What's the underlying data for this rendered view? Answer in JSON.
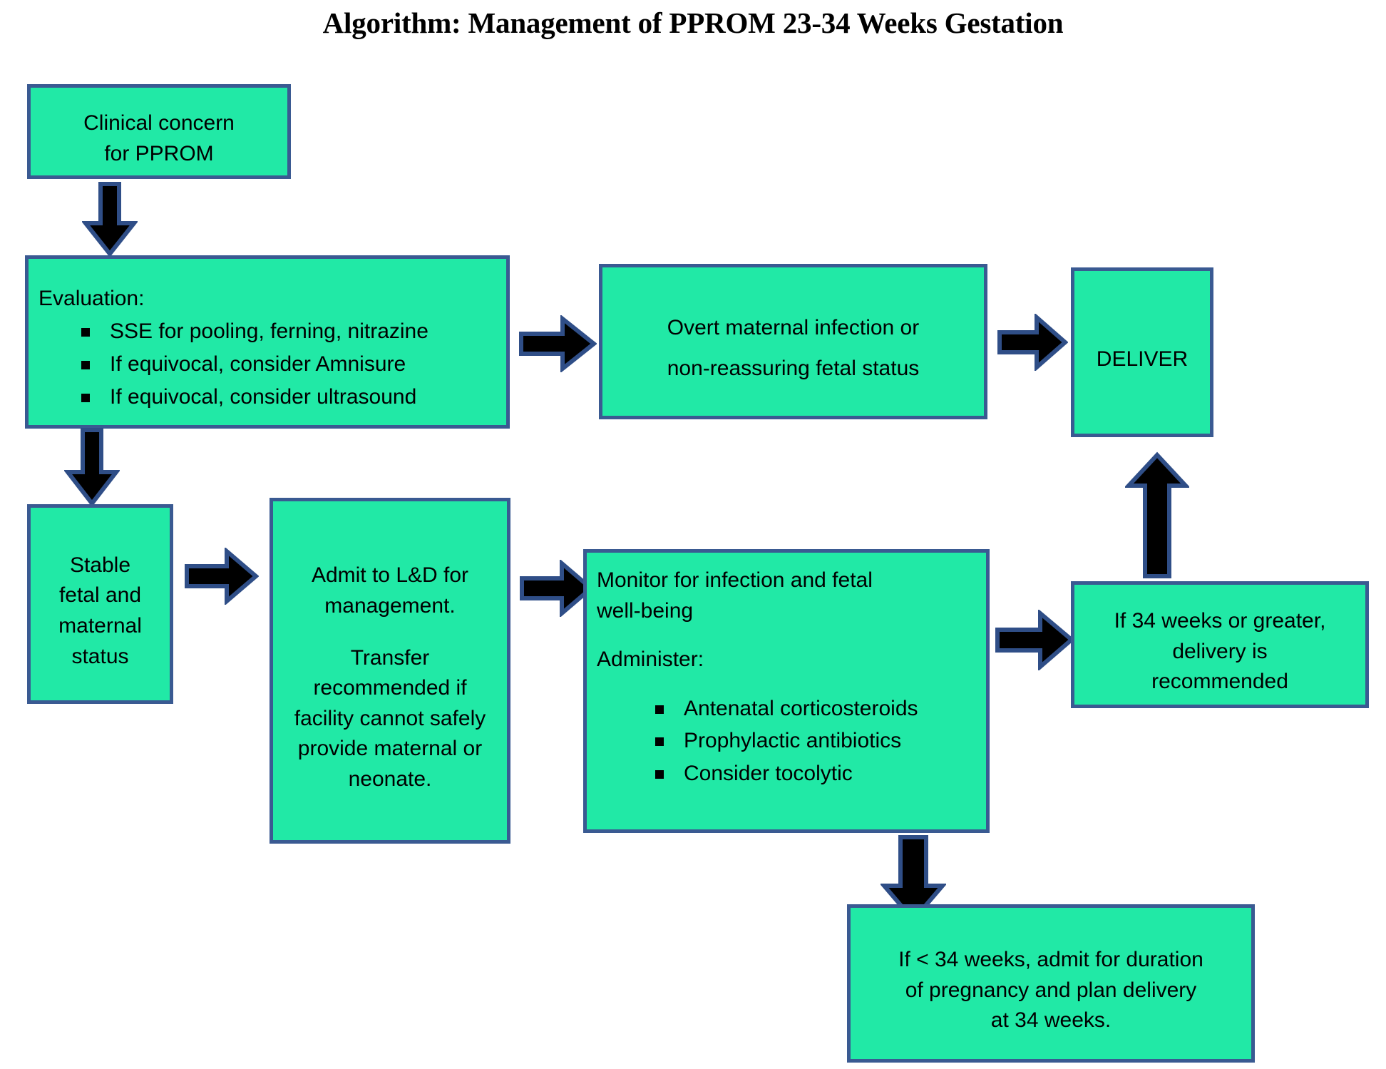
{
  "title": "Algorithm: Management of PPROM 23-34 Weeks Gestation",
  "colors": {
    "node_fill": "#21E9A6",
    "node_border": "#3A5A92",
    "arrow_fill": "#000000",
    "arrow_border": "#2F4E87",
    "background": "#FFFFFF",
    "text": "#000000"
  },
  "nodes": {
    "clinical_concern": {
      "line1": "Clinical concern",
      "line2": "for PPROM"
    },
    "evaluation": {
      "heading": "Evaluation:",
      "bullets": [
        "SSE for pooling, ferning, nitrazine",
        "If equivocal, consider Amnisure",
        "If equivocal, consider ultrasound"
      ]
    },
    "overt_infection": {
      "line1": "Overt maternal infection or",
      "line2": "non-reassuring fetal status"
    },
    "deliver": {
      "label": "DELIVER"
    },
    "stable_status": {
      "line1": "Stable",
      "line2": "fetal and",
      "line3": "maternal",
      "line4": "status"
    },
    "admit_ld": {
      "para1": "Admit to L&D for management.",
      "para2": "Transfer recommended if facility cannot safely provide maternal or neonate."
    },
    "monitor": {
      "line1": "Monitor for infection and fetal",
      "line2": "well-being",
      "heading": "Administer:",
      "bullets": [
        "Antenatal corticosteroids",
        "Prophylactic antibiotics",
        "Consider tocolytic"
      ]
    },
    "ge34_weeks": {
      "line1": "If 34 weeks or greater,",
      "line2": "delivery is",
      "line3": "recommended"
    },
    "lt34_weeks": {
      "line1": "If < 34 weeks, admit for duration",
      "line2": "of pregnancy and plan delivery",
      "line3": "at 34 weeks."
    }
  },
  "arrows": [
    {
      "name": "clinical-concern-to-evaluation",
      "direction": "down"
    },
    {
      "name": "evaluation-to-overt-infection",
      "direction": "right"
    },
    {
      "name": "overt-infection-to-deliver",
      "direction": "right"
    },
    {
      "name": "evaluation-to-stable-status",
      "direction": "down"
    },
    {
      "name": "stable-status-to-admit",
      "direction": "right"
    },
    {
      "name": "admit-to-monitor",
      "direction": "right"
    },
    {
      "name": "monitor-to-ge34-weeks",
      "direction": "right"
    },
    {
      "name": "ge34-weeks-to-deliver",
      "direction": "up"
    },
    {
      "name": "monitor-to-lt34-weeks",
      "direction": "down"
    }
  ]
}
